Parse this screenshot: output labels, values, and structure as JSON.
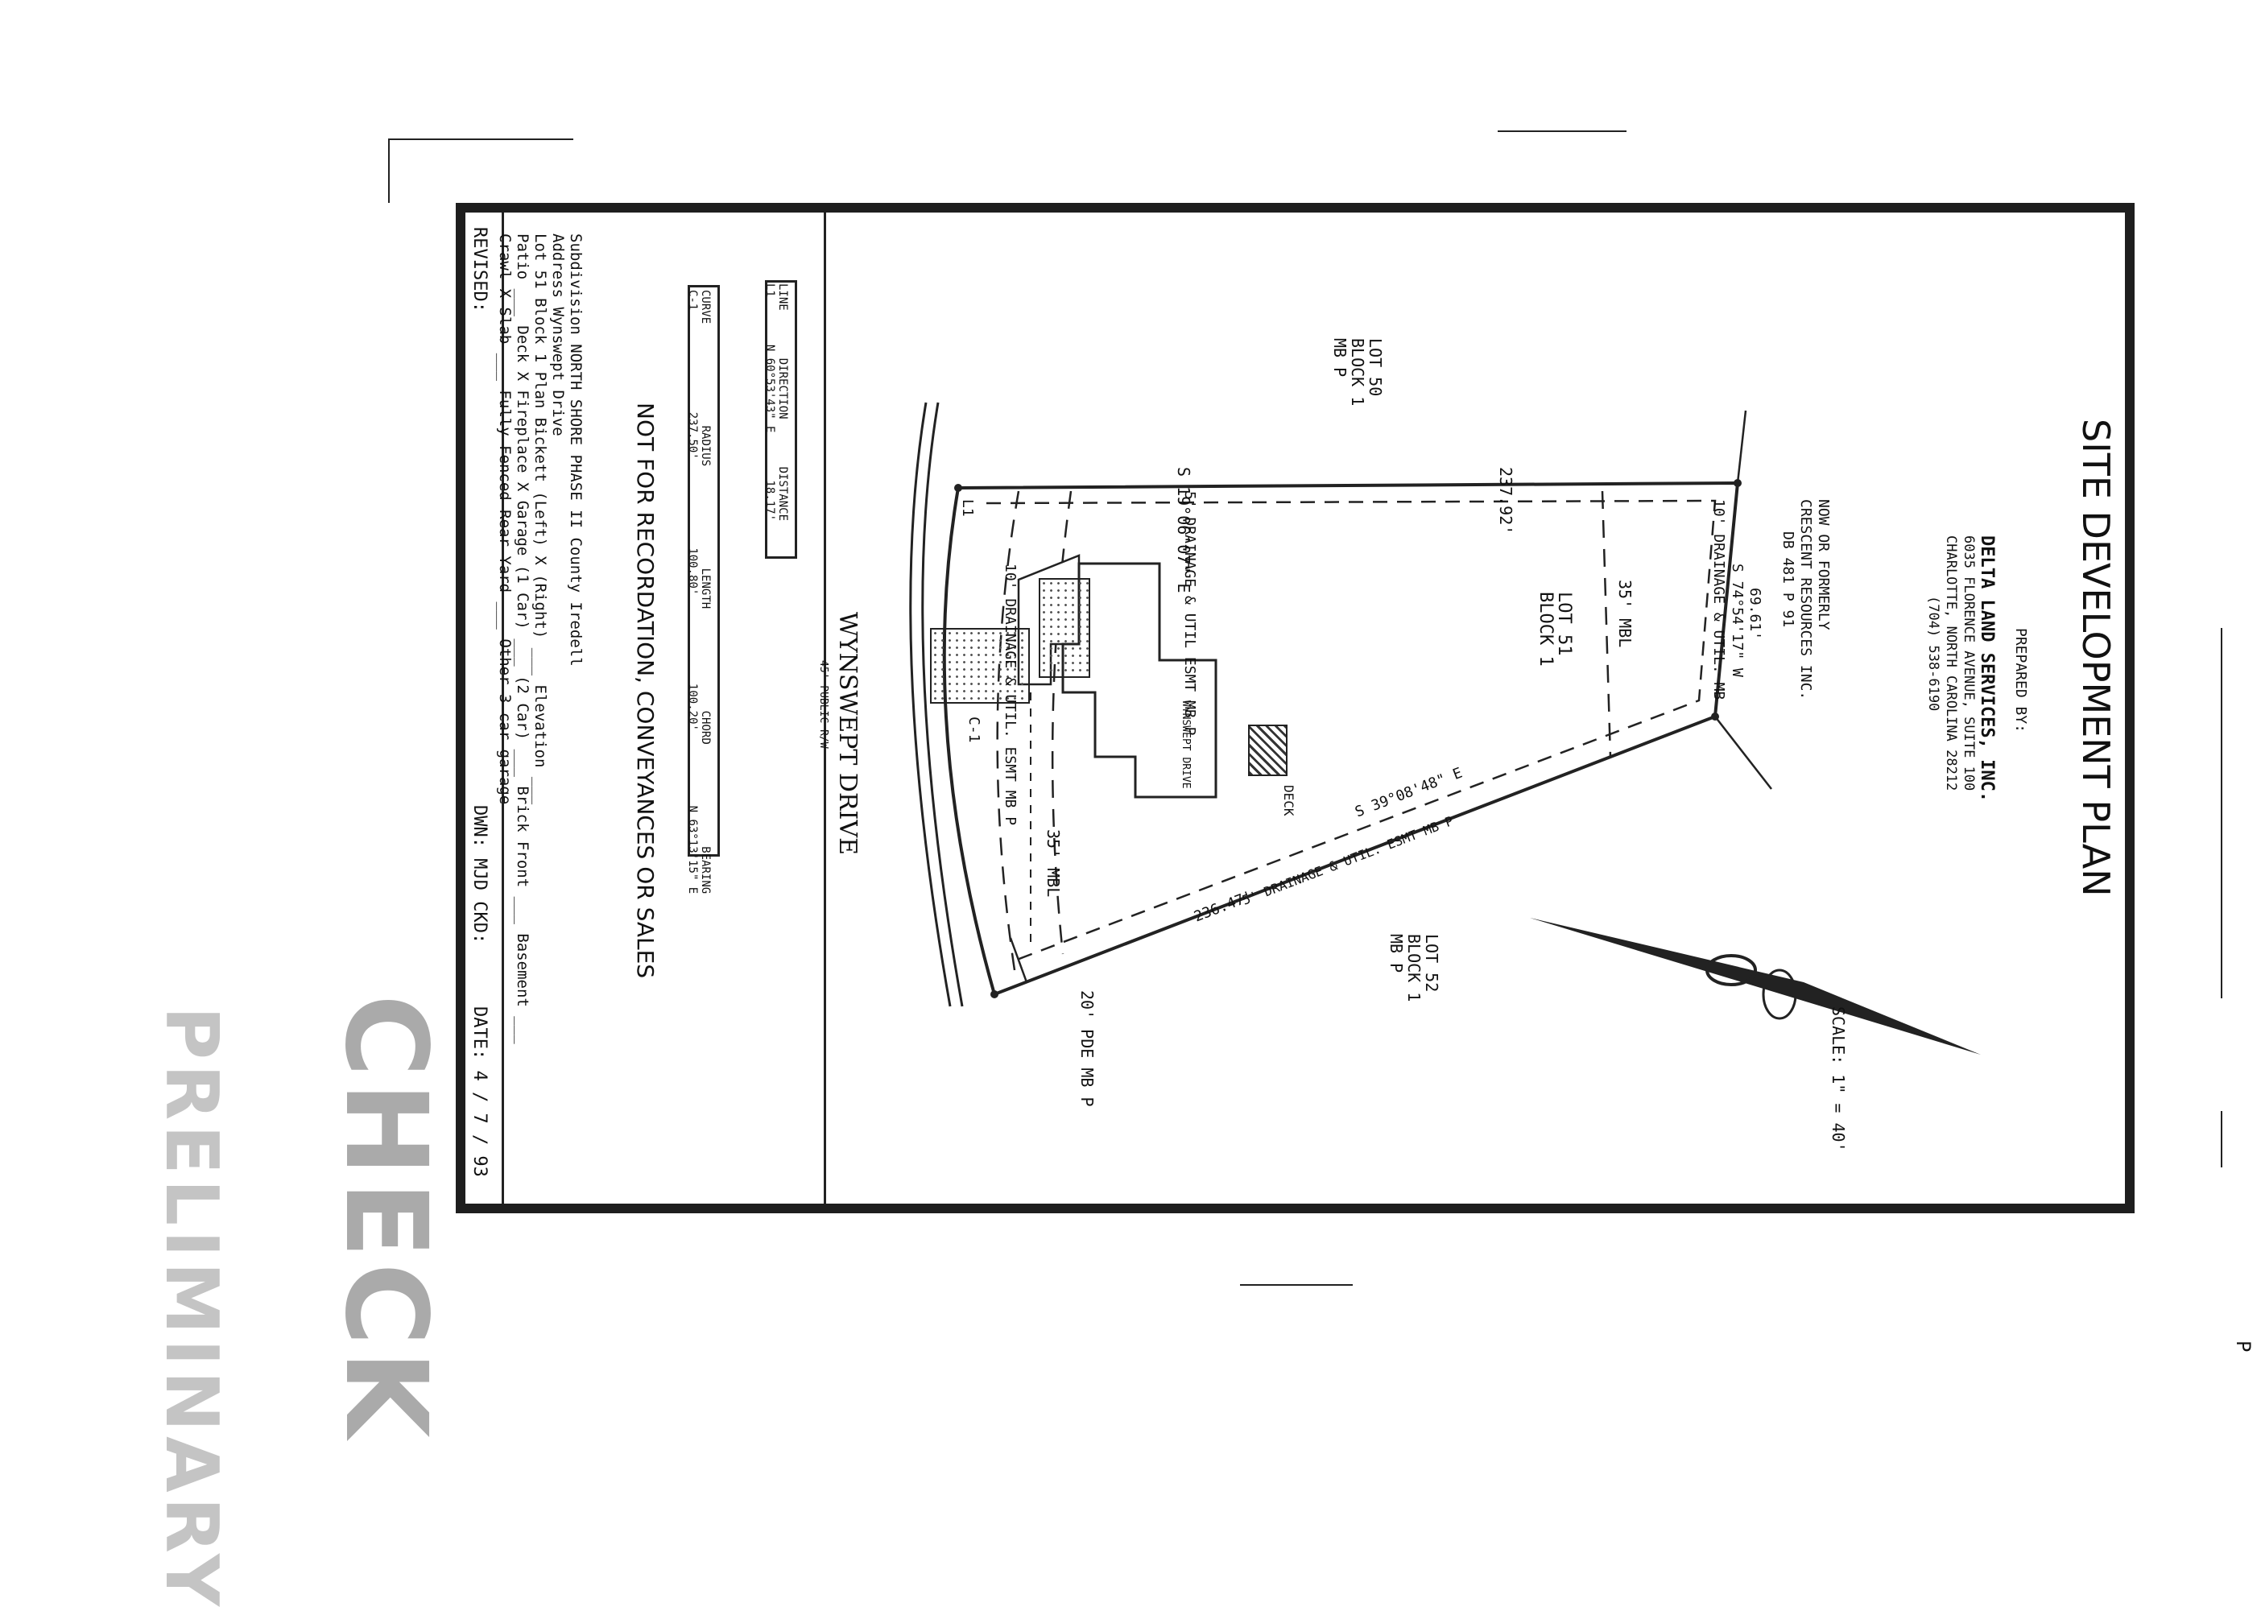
{
  "plan": {
    "title": "SITE DEVELOPMENT PLAN",
    "prepared_by": "PREPARED BY:",
    "company": "DELTA LAND SERVICES, INC.",
    "address1": "6035 FLORENCE AVENUE, SUITE 100",
    "address2": "CHARLOTTE, NORTH CAROLINA 28212",
    "phone": "(704) 538-6190",
    "scale": "SCALE: 1\" = 40'"
  },
  "labels": {
    "now_formerly": "NOW OR FORMERLY",
    "crescent": "CRESCENT RESOURCES INC.",
    "db_ref": "DB 481 P 91",
    "lot50": "LOT 50",
    "block50": "BLOCK 1",
    "mb50": "MB    P",
    "lot51": "LOT 51",
    "block51": "BLOCK 1",
    "lot52": "LOT 52",
    "block52": "BLOCK 1",
    "mb52": "MB    P",
    "bearing_top": "S 19°06'07\" E",
    "dist_top": "237.92'",
    "drain_top": "5' DRAINAGE & UTIL ESMT  MB      P",
    "bearing_right": "S 74°54'17\" W",
    "dist_right": "69.61'",
    "drain_right": "10' DRAINAGE & UTIL. MB",
    "mbl_back": "35' MBL",
    "bearing_bottom": "S 39°08'48\" E",
    "dist_bottom": "236.47'",
    "drain_bottom": "5' DRAINAGE & UTIL. ESMT MB   P",
    "front_drain": "10' DRAINAGE & UTIL. ESMT MB    P",
    "front_mbl": "35' MBL",
    "pde": "20' PDE MB    P",
    "street": "WYNSWEPT DRIVE",
    "row": "45' PUBLIC R/W",
    "deck": "DECK",
    "house": "WYNSWEPT DRIVE",
    "c1": "C-1",
    "l1": "L1",
    "p": "P"
  },
  "line_table": {
    "headers": [
      "LINE",
      "DIRECTION",
      "DISTANCE"
    ],
    "rows": [
      [
        "L1",
        "N 60°53'43\" E",
        "18.17'"
      ]
    ]
  },
  "curve_table": {
    "headers": [
      "CURVE",
      "RADIUS",
      "LENGTH",
      "CHORD",
      "BEARING"
    ],
    "rows": [
      [
        "C-1",
        "237.50'",
        "100.80'",
        "100.20'",
        "N 63°13'15\" E"
      ]
    ]
  },
  "notice": "NOT FOR RECORDATION, CONVEYANCES OR SALES",
  "info": {
    "subdivision": "Subdivision   NORTH SHORE PHASE II                    County   Iredell",
    "address": "Address    Wynswept Drive",
    "lot": "Lot  51   Block  1   Plan  Bickett         (Left)  X   (Right) ___ Elevation ___",
    "patio": "Patio ___ Deck  X  Fireplace  X  Garage (1 Car) ___ (2 Car) ___ Brick Front ___ Basement ___",
    "crawl": "Crawl  X  Slab ___ Fully Fenced Rear Yard ___ Other  3 car garage"
  },
  "title_block": {
    "revised": "REVISED:",
    "dwn": "DWN: MJD  CKD:",
    "date": "DATE: 4 / 7 / 93"
  },
  "stamps": {
    "check": "CHECK",
    "preliminary": "PRELIMINARY"
  },
  "margin_letter": "P"
}
